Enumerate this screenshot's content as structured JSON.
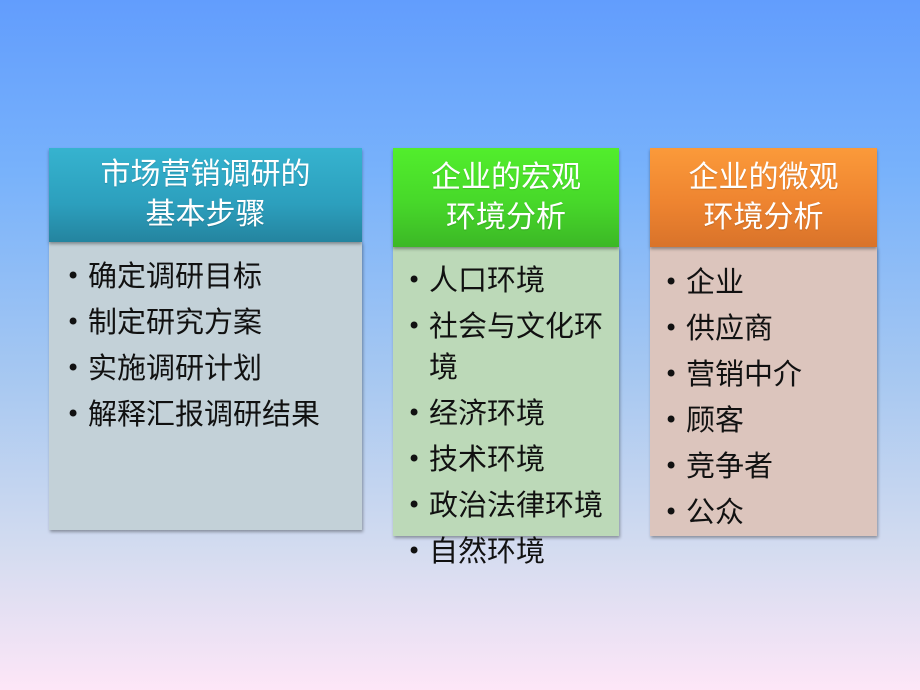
{
  "slide": {
    "background": {
      "top_color": "#629dfd",
      "bottom_color": "#fde6f7"
    }
  },
  "panels": [
    {
      "title_lines": [
        "市场营销调研的",
        "基本步骤"
      ],
      "header_color": "#2c9fbd",
      "body_color": "#c3d1d8",
      "bullet": "•",
      "items": [
        "确定调研目标",
        "制定研究方案",
        "实施调研计划",
        "解释汇报调研结果"
      ]
    },
    {
      "title_lines": [
        "企业的宏观",
        "环境分析"
      ],
      "header_color": "#47d82a",
      "body_color": "#bcd9b8",
      "bullet": "•",
      "items": [
        "人口环境",
        "社会与文化环境",
        "经济环境",
        "技术环境",
        "政治法律环境",
        "自然环境"
      ]
    },
    {
      "title_lines": [
        "企业的微观",
        "环境分析"
      ],
      "header_color": "#ee8430",
      "body_color": "#dcc5bd",
      "bullet": "•",
      "items": [
        "企业",
        "供应商",
        "营销中介",
        "顾客",
        "竞争者",
        "公众"
      ]
    }
  ]
}
